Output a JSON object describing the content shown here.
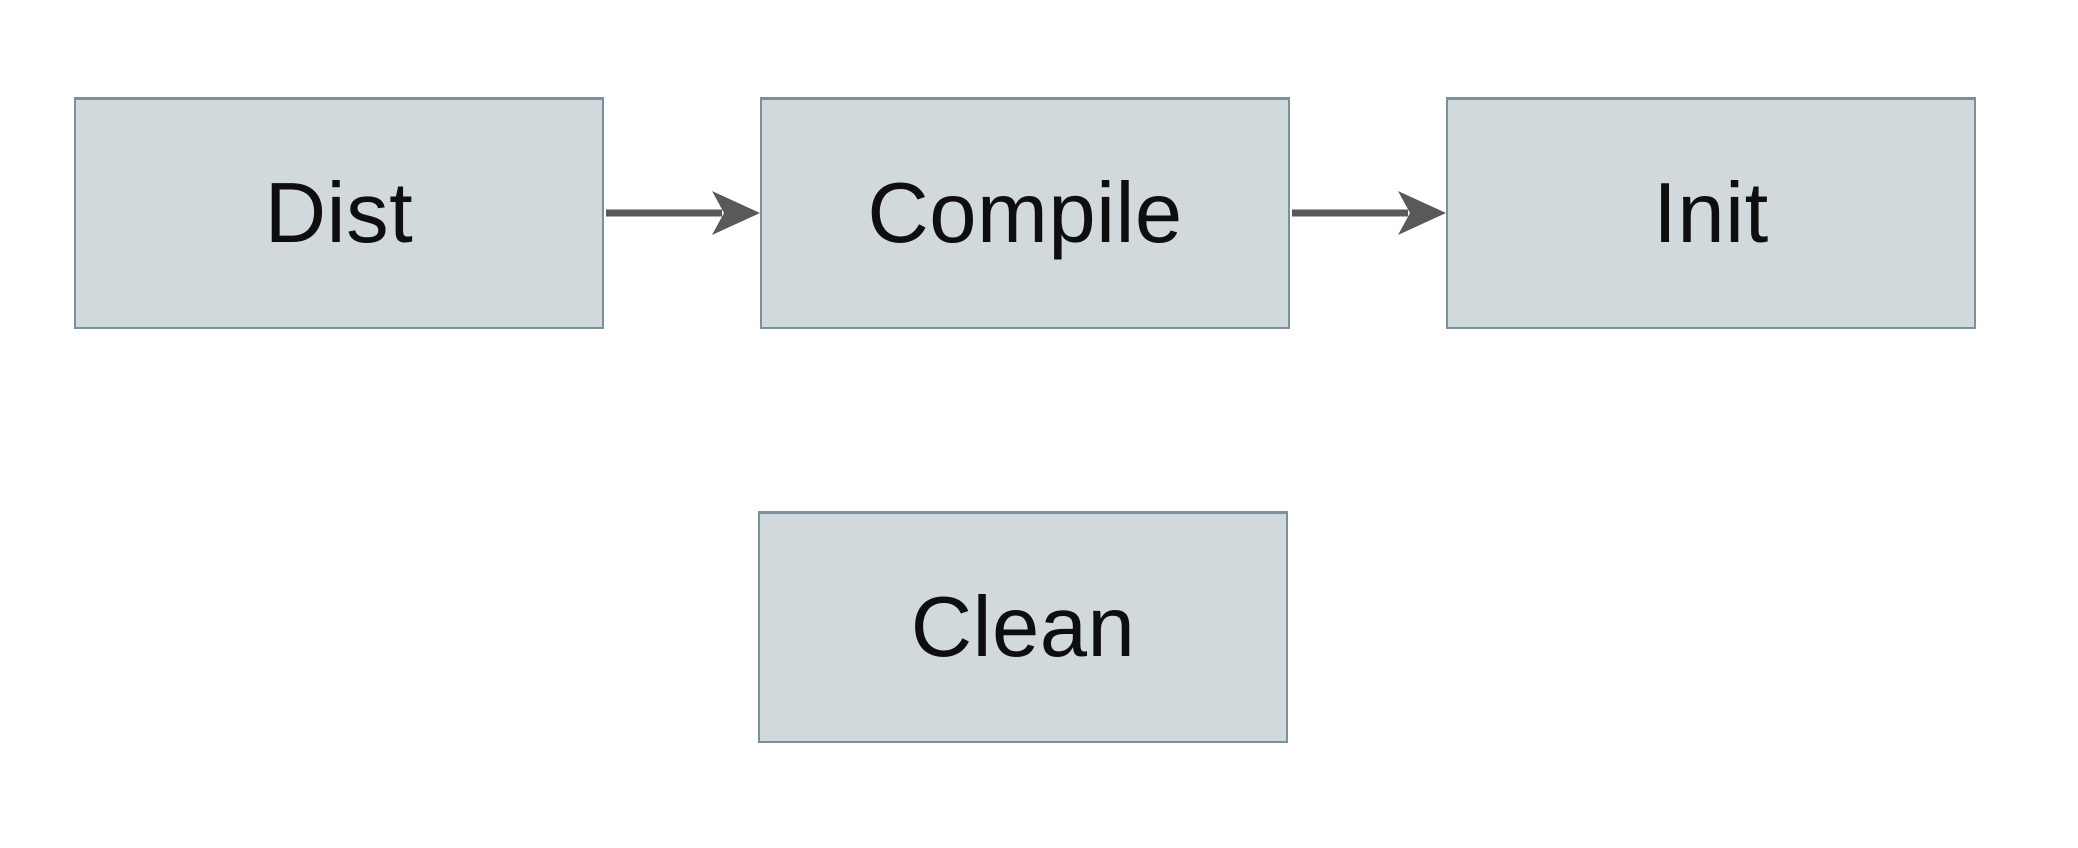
{
  "diagram": {
    "type": "flowchart",
    "background_color": "#ffffff",
    "colors": {
      "node_fill": "#d2d9dc",
      "node_border": "#7c909c",
      "arrow": "#595959",
      "text": "#0e0e0e"
    },
    "nodes": [
      {
        "id": "dist",
        "label": "Dist"
      },
      {
        "id": "compile",
        "label": "Compile"
      },
      {
        "id": "init",
        "label": "Init"
      },
      {
        "id": "clean",
        "label": "Clean"
      }
    ],
    "edges": [
      {
        "from": "Dist",
        "to": "Compile",
        "style": "solid-arrow"
      },
      {
        "from": "Compile",
        "to": "Init",
        "style": "solid-arrow"
      }
    ]
  }
}
